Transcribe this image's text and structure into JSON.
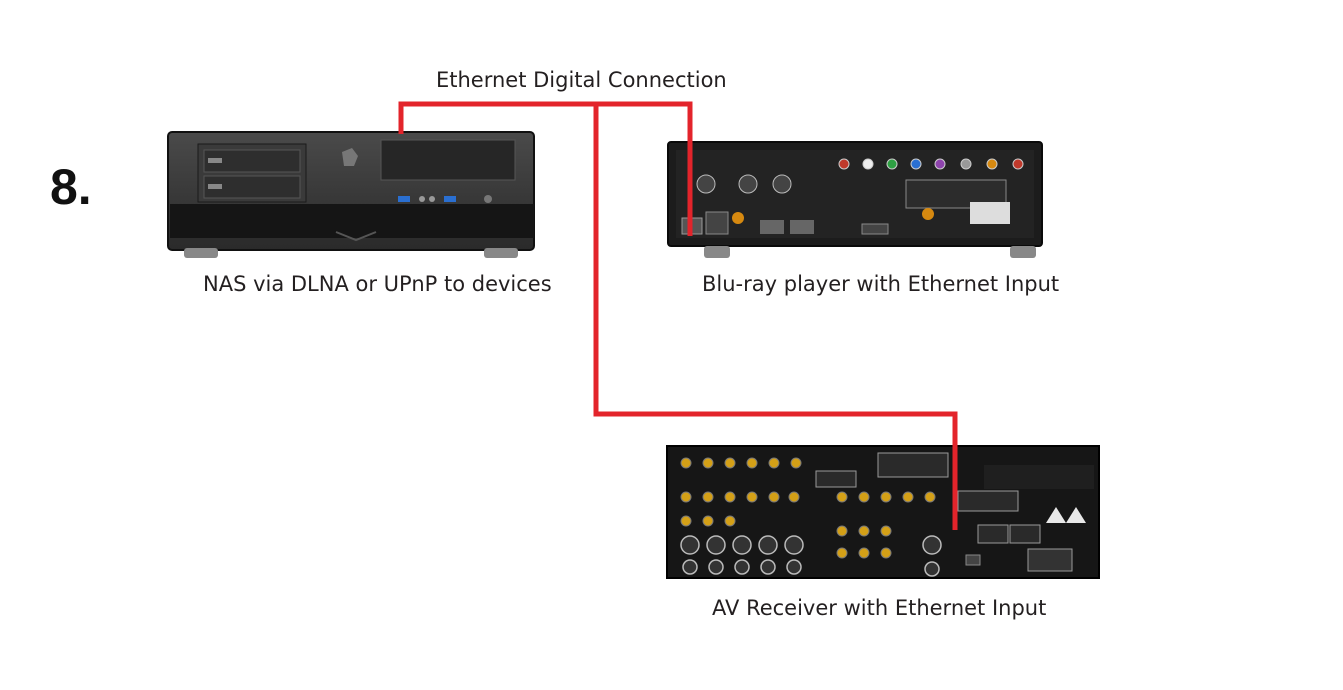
{
  "step_number": "8.",
  "connection_label": "Ethernet Digital Connection",
  "devices": {
    "nas": {
      "caption": "NAS via DLNA or UPnP to devices"
    },
    "bluray": {
      "caption": "Blu-ray player with Ethernet Input"
    },
    "receiver": {
      "caption": "AV Receiver with Ethernet Input"
    }
  },
  "colors": {
    "cable": "#e3242b",
    "device_body": "#1c1c1c",
    "text": "#231f20"
  }
}
